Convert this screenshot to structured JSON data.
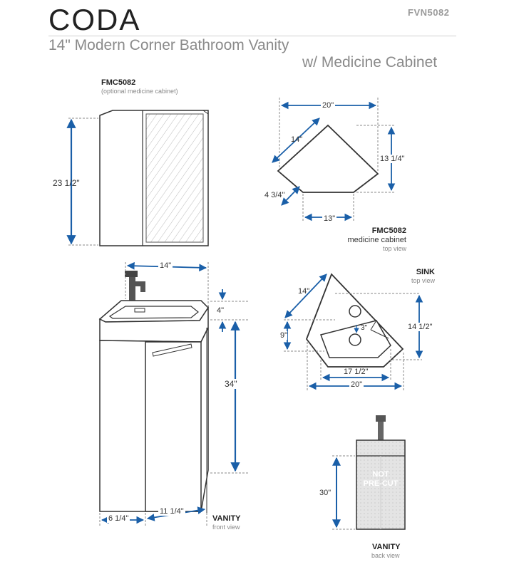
{
  "header": {
    "brand": "CODA",
    "sku": "FVN5082",
    "subtitle_line1": "14\" Modern Corner Bathroom Vanity",
    "subtitle_line2": "w/ Medicine Cabinet"
  },
  "cabinet_front": {
    "model": "FMC5082",
    "note": "(optional medicine cabinet)",
    "height": "23 1/2\""
  },
  "cabinet_top": {
    "model": "FMC5082",
    "name": "medicine cabinet",
    "view": "top view",
    "width": "20\"",
    "side": "14\"",
    "depth": "13 1/4\"",
    "corner": "4 3/4\"",
    "front": "13\""
  },
  "sink_top": {
    "title": "SINK",
    "view": "top view",
    "side": "14\"",
    "drain": "3\"",
    "bowl_depth": "9\"",
    "depth": "14 1/2\"",
    "bowl_width": "17 1/2\"",
    "width": "20\""
  },
  "vanity_front": {
    "title": "VANITY",
    "view": "front view",
    "width": "14\"",
    "counter": "4\"",
    "height": "34\"",
    "side_left": "6 1/4\"",
    "side_right": "11 1/4\""
  },
  "vanity_back": {
    "title": "VANITY",
    "view": "back view",
    "height": "30\"",
    "stamp_line1": "NOT",
    "stamp_line2": "PRE-CUT"
  },
  "colors": {
    "dimension_line": "#1a5fa8",
    "outline": "#333333",
    "brand_gray": "#8a8a8a"
  }
}
